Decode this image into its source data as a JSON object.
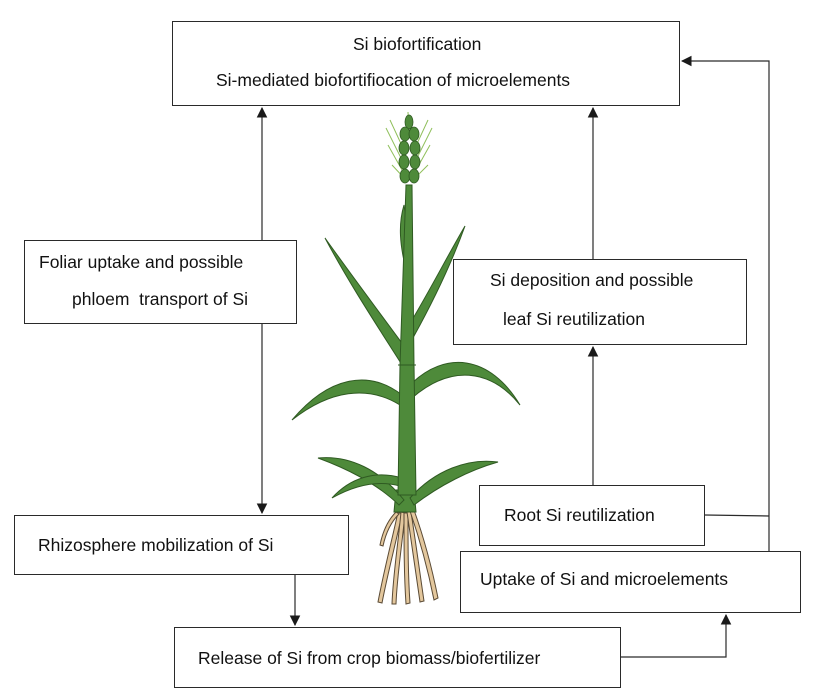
{
  "boxes": {
    "biofortification": {
      "line1": "Si biofortification",
      "line2": "Si-mediated biofortifiocation of microelements"
    },
    "foliar": {
      "line1": "Foliar uptake and possible",
      "line2": "phloem  transport of Si"
    },
    "deposition": {
      "line1": "Si deposition and possible",
      "line2": "leaf Si reutilization"
    },
    "root_reutilization": {
      "label": "Root Si reutilization"
    },
    "rhizosphere": {
      "label": "Rhizosphere mobilization of Si"
    },
    "uptake": {
      "label": "Uptake of Si and microelements"
    },
    "release": {
      "label": "Release of Si from crop biomass/biofertilizer"
    }
  },
  "colors": {
    "leaf": "#4e8a3a",
    "leaf_dark": "#2f5a22",
    "root": "#e3c79d",
    "line": "#2a2a2a"
  }
}
